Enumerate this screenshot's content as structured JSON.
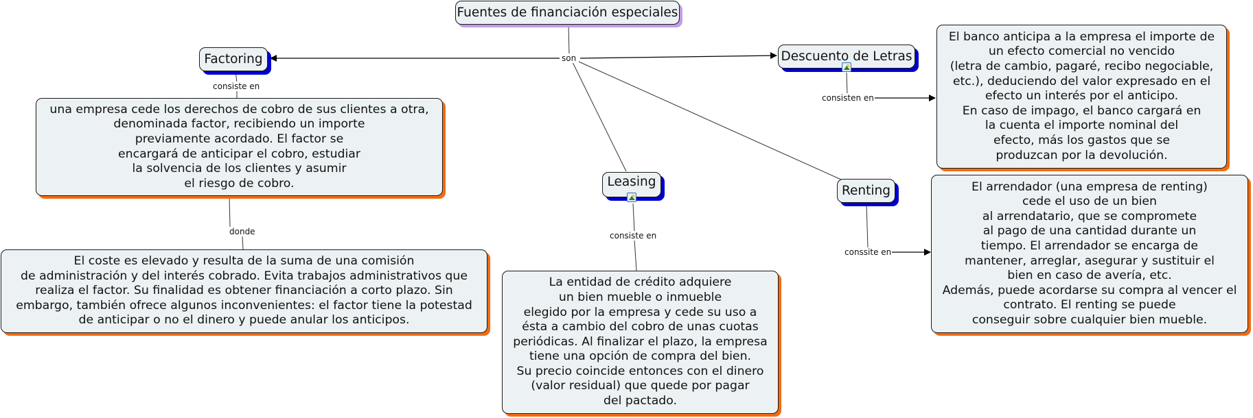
{
  "diagram": {
    "title": "Fuentes de financiación especiales",
    "concepts": {
      "factoring": "Factoring",
      "descuento": "Descuento de Letras",
      "leasing": "Leasing",
      "renting": "Renting"
    },
    "link_labels": {
      "son": "son",
      "factoring_consiste": "consiste en",
      "factoring_donde": "donde",
      "descuento_consisten": "consisten en",
      "leasing_consiste": "consiste en",
      "renting_conssite": "conssite en"
    },
    "descriptions": {
      "factoring": "una empresa cede los derechos de cobro de sus clientes a otra,\ndenominada factor, recibiendo un importe\npreviamente acordado. El factor se\nencargará de anticipar el cobro, estudiar\nla solvencia de los clientes y asumir\nel riesgo de cobro.",
      "factoring_cost": "El coste es elevado y resulta de la suma de una comisión\nde administración y del interés cobrado. Evita trabajos administrativos que\nrealiza el factor. Su finalidad es obtener financiación a corto plazo. Sin\nembargo, también ofrece algunos inconvenientes: el factor tiene la potestad\nde anticipar o no el dinero y puede anular los anticipos.",
      "descuento": "El banco anticipa a la empresa el importe de\nun efecto comercial no vencido\n(letra de cambio, pagaré, recibo negociable,\netc.), deduciendo del valor expresado en el\nefecto un interés por el anticipo.\nEn caso de impago, el banco cargará en\nla cuenta el importe nominal del\nefecto, más los gastos que se\nproduzcan por la devolución.",
      "leasing": "La entidad de crédito adquiere\nun bien mueble o inmueble\nelegido por la empresa y cede su uso a\nésta a cambio del cobro de unas cuotas\nperiódicas. Al finalizar el plazo, la empresa\ntiene una opción de compra del bien.\nSu precio coincide entonces con el dinero\n(valor residual) que quede por pagar\ndel pactado.",
      "renting": "El arrendador (una empresa de renting)\ncede el uso de un bien\nal arrendatario, que se compromete\nal pago de una cantidad durante un\ntiempo. El arrendador se encarga de\nmantener, arreglar, asegurar y sustituir el\nbien en caso de avería, etc.\nAdemás, puede acordarse su compra al vencer el\ncontrato. El renting se puede\nconseguir sobre cualquier bien mueble."
    },
    "icons": {
      "image_attachment": "image-icon"
    },
    "colors": {
      "node_fill": "#ecf2f4",
      "concept_shadow": "#0000cc",
      "description_shadow": "#f26b11",
      "title_shadow": "#c39be8"
    }
  }
}
